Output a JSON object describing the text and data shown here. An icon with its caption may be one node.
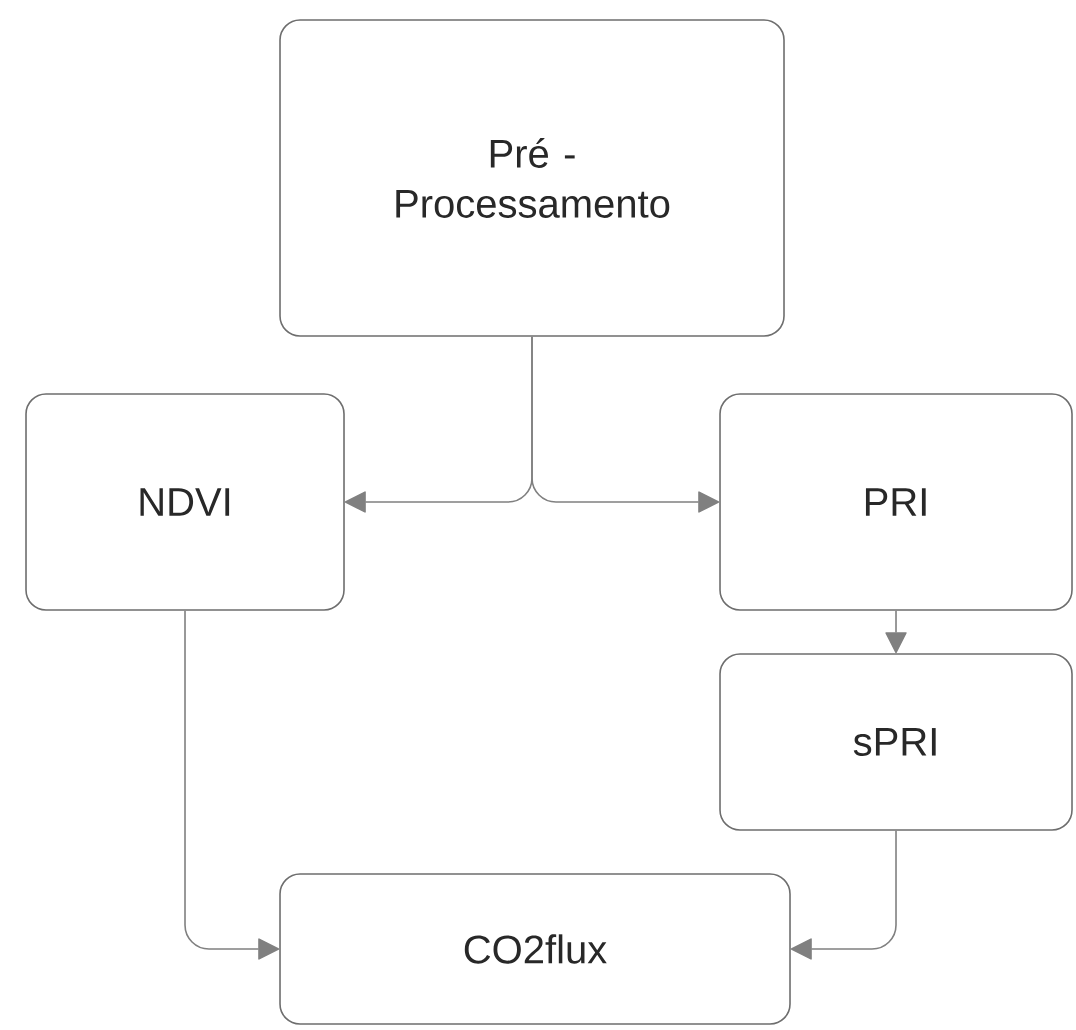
{
  "diagram": {
    "nodes": [
      {
        "text": [
          "Pré - Processamento"
        ]
      },
      {
        "text": [
          "NDVI"
        ]
      },
      {
        "text": [
          "PRI"
        ]
      },
      {
        "text": [
          "sPRI"
        ]
      },
      {
        "text": [
          "CO2flux"
        ]
      }
    ],
    "edges": [
      {
        "from": 0,
        "to": 1,
        "arrow": "to"
      },
      {
        "from": 0,
        "to": 2,
        "arrow": "to"
      },
      {
        "from": 2,
        "to": 3,
        "arrow": "to"
      },
      {
        "from": 1,
        "to": 4,
        "arrow": "to"
      },
      {
        "from": 3,
        "to": 4,
        "arrow": "to"
      }
    ]
  }
}
